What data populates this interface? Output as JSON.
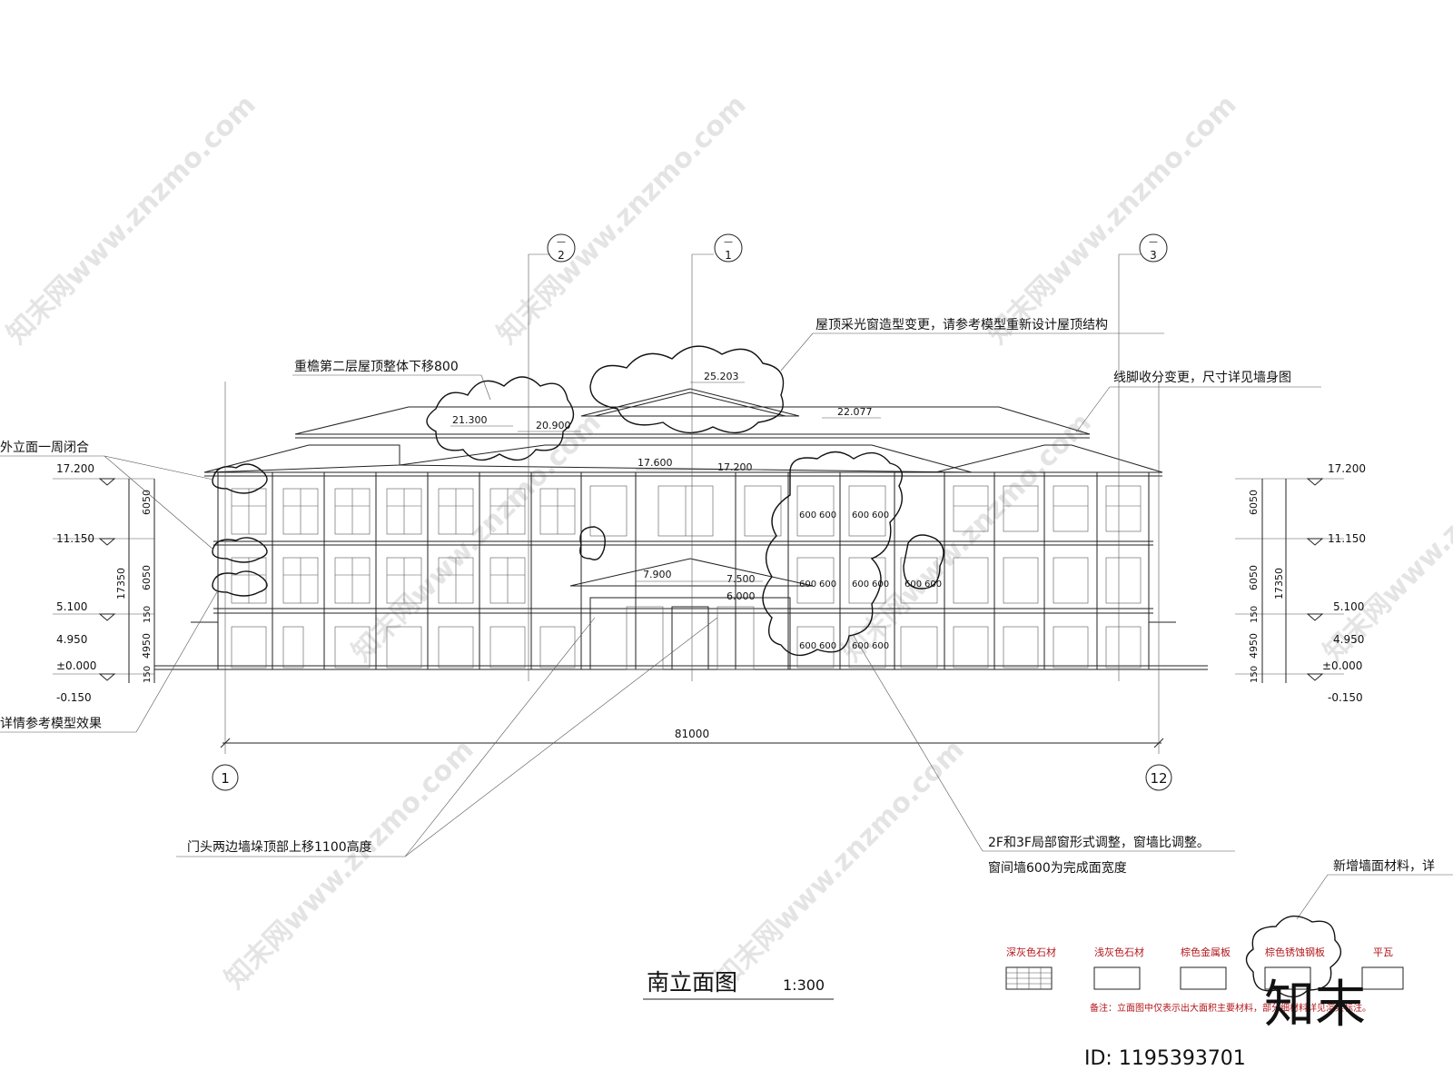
{
  "drawing": {
    "title": "南立面图",
    "scale": "1:300",
    "overall_width": "81000",
    "axis_bottom": [
      "1",
      "12"
    ],
    "axis_top": [
      {
        "num": "2",
        "den": "—"
      },
      {
        "num": "1",
        "den": "—"
      },
      {
        "num": "3",
        "den": "—"
      }
    ],
    "levels_left": [
      "17.200",
      "11.150",
      "5.100",
      "4.950",
      "±0.000",
      "-0.150"
    ],
    "levels_right": [
      "17.200",
      "11.150",
      "5.100",
      "4.950",
      "±0.000",
      "-0.150"
    ],
    "dims_vertical_left": [
      "6050",
      "6050",
      "150",
      "4950",
      "150"
    ],
    "dims_total_left": "17350",
    "dims_vertical_right": [
      "6050",
      "6050",
      "150",
      "4950",
      "150"
    ],
    "dims_total_right": "17350",
    "roof_levels": {
      "peak": "25.203",
      "left_roof": "21.300",
      "left_roof2": "20.900",
      "right_roof": "22.077",
      "cornice_a": "17.600",
      "cornice_b": "17.200",
      "porch_top": "7.900",
      "porch_mid": "7.500",
      "porch_base": "6.000"
    },
    "window_dims": [
      "600",
      "600",
      "600",
      "600"
    ]
  },
  "annotations": {
    "roof_skylight": "屋顶采光窗造型变更，请参考模型重新设计屋顶结构",
    "eave_move": "重檐第二层屋顶整体下移800",
    "cornice_change": "线脚收分变更，尺寸详见墙身图",
    "facade_closed": "外立面一周闭合",
    "see_model": "详情参考模型效果",
    "gate_walls": "门头两边墙垛顶部上移1100高度",
    "window_adjust": "2F和3F局部窗形式调整，窗墙比调整。",
    "pier_width": "窗间墙600为完成面宽度",
    "new_material": "新增墙面材料，详"
  },
  "legend": {
    "items": [
      {
        "label": "深灰色石材",
        "pattern": "grid"
      },
      {
        "label": "浅灰色石材",
        "pattern": "plain"
      },
      {
        "label": "棕色金属板",
        "pattern": "plain"
      },
      {
        "label": "棕色锈蚀钢板",
        "pattern": "plain"
      },
      {
        "label": "平瓦",
        "pattern": "plain"
      }
    ],
    "note": "备注：立面图中仅表示出大面积主要材料，部分细材料详见渲染标注。",
    "color": "#b4161b"
  },
  "watermark": {
    "site": "知末网www.znzmo.com",
    "logo": "知末",
    "id_label": "ID: 1195393701"
  }
}
